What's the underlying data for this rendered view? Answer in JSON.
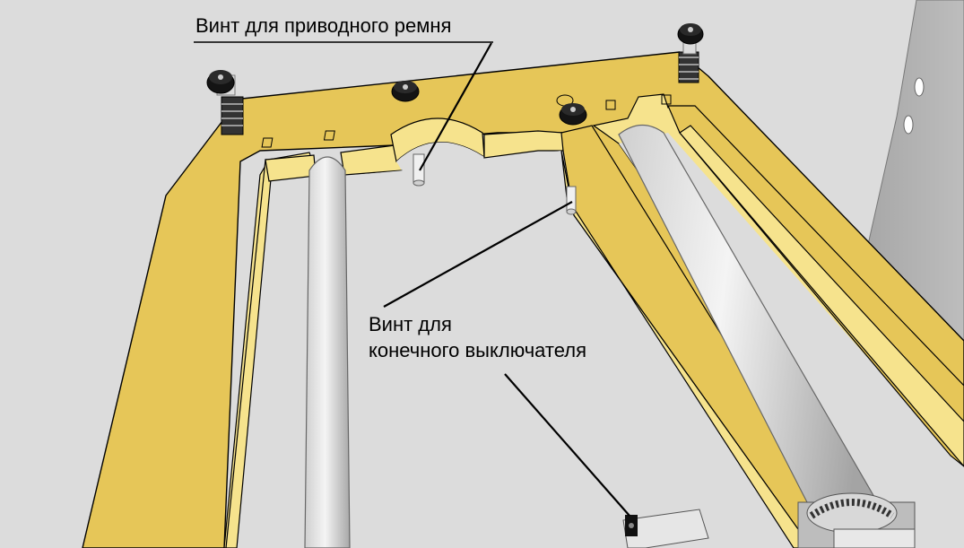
{
  "callouts": {
    "belt_screw": "Винт для приводного ремня",
    "limit_switch_screw_line1": "Винт для",
    "limit_switch_screw_line2": "конечного выключателя"
  },
  "colors": {
    "background": "#dcdcdc",
    "plate_top": "#e6c658",
    "plate_face": "#f6e38d",
    "rail": "#c8c8c8",
    "side_panel": "#a9a9a9",
    "screw": "#1a1a1a",
    "spring": "#555555",
    "leader_line": "#000000"
  },
  "icons": {
    "screw": "hex-socket-screw-icon",
    "spring": "compression-spring-icon",
    "limit_switch": "limit-switch-icon",
    "drive_pulley": "knurled-pulley-icon"
  }
}
